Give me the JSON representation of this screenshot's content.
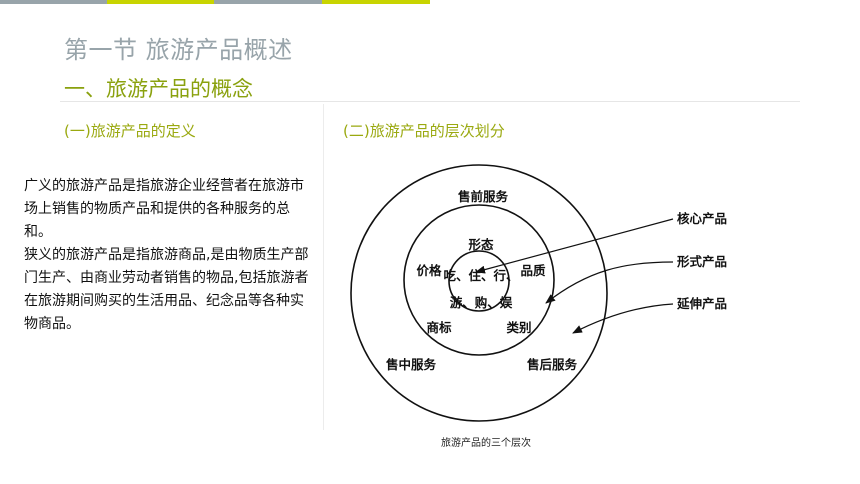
{
  "header": {
    "title": "第一节 旅游产品概述",
    "subtitle": "一、旅游产品的概念"
  },
  "left": {
    "heading": "(一)旅游产品的定义",
    "paragraphs": [
      "广义的旅游产品是指旅游企业经营者在旅游市场上销售的物质产品和提供的各种服务的总和。",
      "狭义的旅游产品是指旅游商品,是由物质生产部门生产、由商业劳动者销售的物品,包括旅游者在旅游期间购买的生活用品、纪念品等各种实物商品。"
    ]
  },
  "right": {
    "heading": "(二)旅游产品的层次划分"
  },
  "diagram": {
    "outer_ring": {
      "top": "售前服务",
      "bottom_left": "售中服务",
      "bottom_right": "售后服务"
    },
    "middle_ring": {
      "top": "形态",
      "left": "价格",
      "right": "品质",
      "bottom_left": "商标",
      "bottom_right": "类别"
    },
    "core": {
      "line1": "吃、住、行、",
      "line2": "游、购、娱"
    },
    "labels": {
      "core": "核心产品",
      "form": "形式产品",
      "extended": "延伸产品"
    },
    "caption": "旅游产品的三个层次"
  },
  "colors": {
    "title_gray": "#98a4aa",
    "accent_green": "#8aa10e",
    "bar_green": "#c8d400"
  }
}
